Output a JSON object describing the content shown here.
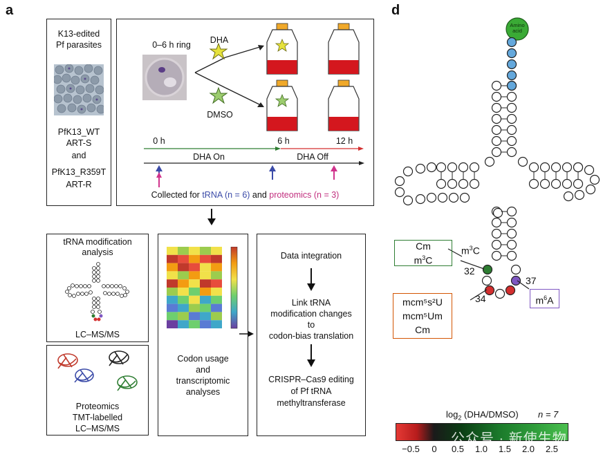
{
  "panel_a": {
    "letter": "a",
    "parasites": {
      "title_line1": "K13-edited",
      "title_line2": "Pf parasites",
      "strain1_line1": "PfK13_WT",
      "strain1_line2": "ART-S",
      "and_text": "and",
      "strain2_line1": "PfK13_R359T",
      "strain2_line2": "ART-R"
    },
    "treatment": {
      "ring_label": "0–6 h ring",
      "dha_label": "DHA",
      "dmso_label": "DMSO",
      "time_0": "0 h",
      "time_6": "6 h",
      "time_12": "12 h",
      "dha_on": "DHA On",
      "dha_off": "DHA Off",
      "collected_prefix": "Collected for ",
      "trna_text": "tRNA (n = 6)",
      "and_text": " and ",
      "proteomics_text": "proteomics (n = 3)"
    },
    "trna_box": {
      "title_line1": "tRNA modification",
      "title_line2": "analysis",
      "method": "LC–MS/MS"
    },
    "proteomics_box": {
      "line1": "Proteomics",
      "line2": "TMT-labelled",
      "line3": "LC–MS/MS"
    },
    "codon_box": {
      "line1": "Codon usage",
      "line2": "and",
      "line3": "transcriptomic",
      "line4": "analyses"
    },
    "integration_box": {
      "step1": "Data integration",
      "step2_line1": "Link tRNA",
      "step2_line2": "modification changes",
      "step2_line3": "to",
      "step2_line4": "codon-bias translation",
      "step3_line1": "CRISPR–Cas9 editing",
      "step3_line2": "of Pf tRNA",
      "step3_line3": "methyltransferase"
    }
  },
  "panel_d": {
    "letter": "d",
    "amino_acid_line1": "Amino",
    "amino_acid_line2": "acid",
    "m3c_label": "m",
    "m3c_sup": "3",
    "m3c_tail": "C",
    "pos32": "32",
    "pos34": "34",
    "pos37": "37",
    "box_green_line1": "Cm",
    "box_green_line2_pre": "m",
    "box_green_line2_sup": "3",
    "box_green_line2_post": "C",
    "box_red_line1": "mcm⁵s²U",
    "box_red_line2": "mcm⁵Um",
    "box_red_line3": "Cm",
    "box_purple_pre": "m",
    "box_purple_sup": "6",
    "box_purple_post": "A",
    "colorbar_title_pre": "log",
    "colorbar_title_sub": "2",
    "colorbar_title_post": " (DHA/DMSO)",
    "colorbar_n": "n = 7",
    "colorbar_ticks": [
      "−0.5",
      "0",
      "0.5",
      "1.0",
      "1.5",
      "2.0",
      "2.5"
    ],
    "colors": {
      "green_mod": "#2e7d32",
      "red_mod": "#d32f2f",
      "purple_mod": "#7e57c2",
      "blue_stem": "#64a8dc"
    }
  },
  "watermark": "公众号 · 新使生物"
}
